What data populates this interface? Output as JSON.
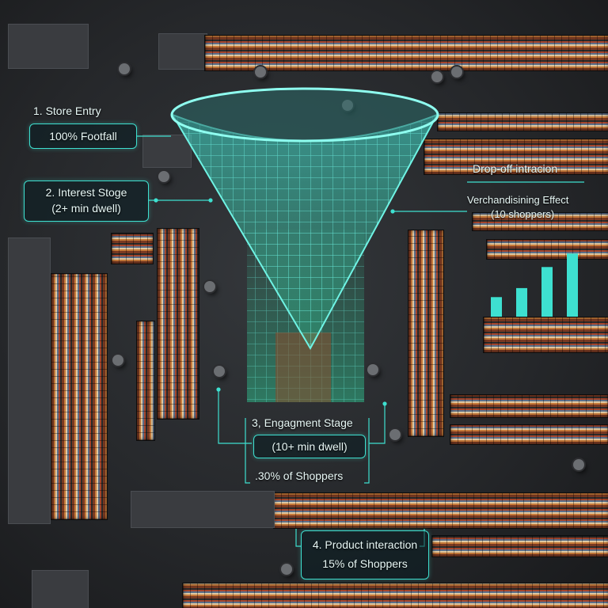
{
  "stages": {
    "entry": {
      "title": "1. Store Entry",
      "value": "100% Footfall"
    },
    "interest": {
      "title": "2. Interest Stoge",
      "detail": "(2+ min dwell)"
    },
    "engagement": {
      "title": "3, Engagment Stage",
      "detail": "(10+ min dwell)",
      "value": ".30% of Shoppers"
    },
    "product": {
      "title": "4. Product interaction",
      "value": "15% of Shoppers"
    }
  },
  "side_panel": {
    "dropoff_label": "Drop-off intracion",
    "merch_label": "Verchandisining Effect",
    "merch_sublabel": "(10 shoppers)",
    "bars": [
      0.26,
      0.38,
      0.66,
      0.84
    ]
  },
  "colors": {
    "accent": "#3ee0d0",
    "grid": "#3ee0d0",
    "green_glow": "#2fd39a"
  }
}
